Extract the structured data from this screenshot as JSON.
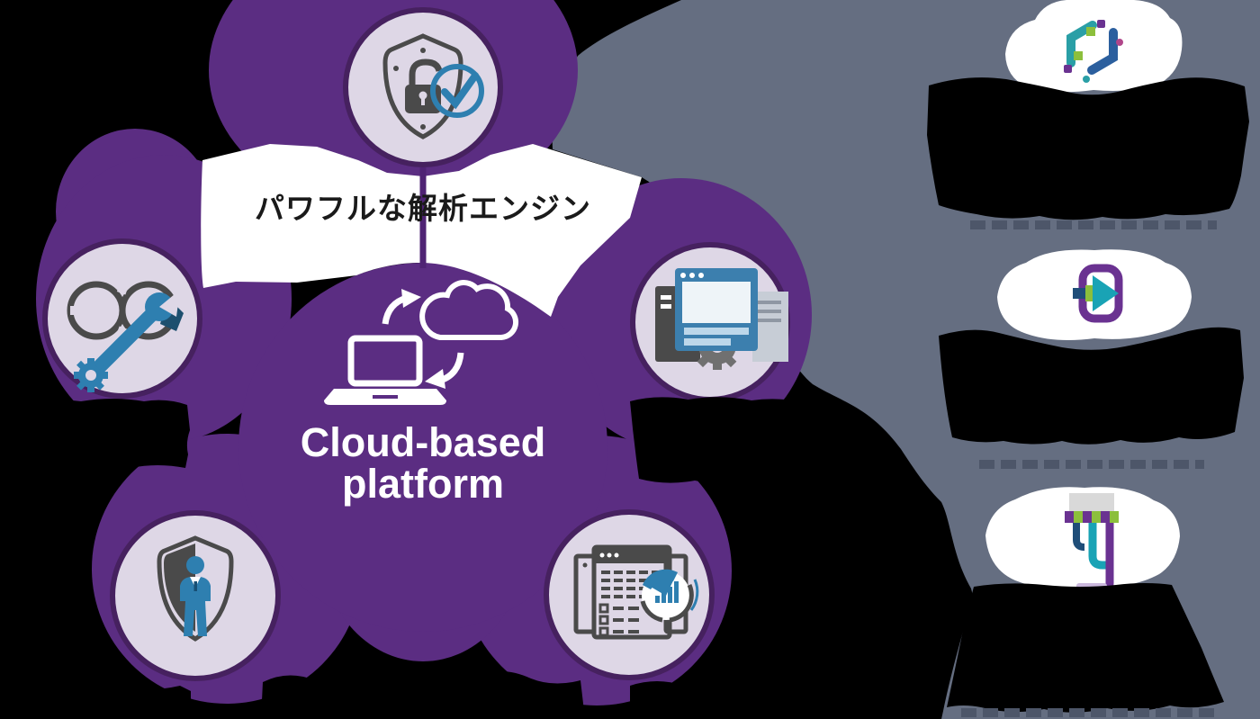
{
  "theme": {
    "black": "#000000",
    "slate": "#656e81",
    "purple": "#5b2d82",
    "purple_dark": "#46215f",
    "lavender": "#ded7e6",
    "white": "#ffffff",
    "blue": "#2e7fb0",
    "icon_gray": "#4a4a4a",
    "logo_teal": "#2a9fa6",
    "logo_blue": "#2b5f9e",
    "logo_green": "#8cbf3c",
    "logo_purple": "#6a3291"
  },
  "diagram": {
    "top_label": "パワフルな解析エンジン",
    "center": {
      "line1": "Cloud-based",
      "line2": "platform"
    },
    "icons": {
      "top": "shield-lock-check",
      "left": "devops-infinity-wrench",
      "right": "browser-gear",
      "bottom_left": "shield-person",
      "bottom_right": "report-pie-chart",
      "center": "laptop-cloud-sync"
    },
    "right_panel": {
      "logos": [
        "interlocking-brackets-logo",
        "arrow-portal-logo",
        "hanging-hooks-logo"
      ]
    }
  }
}
